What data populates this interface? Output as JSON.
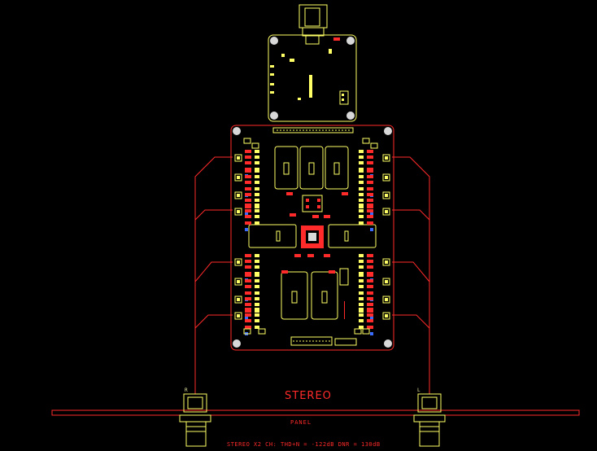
{
  "drawing": {
    "title": "STEREO",
    "panel_label": "PANEL",
    "spec_line": "STEREO X2 CH: THD+N = -122dB  DNR = 130dB",
    "channel_right": "R",
    "channel_left": "L"
  },
  "colors": {
    "background": "#000000",
    "outline": "#ff2a2a",
    "component": "#ffff66",
    "pad": "#ff2a2a",
    "mounting_hole": "#d8d8d8",
    "via": "#3a6bff"
  }
}
